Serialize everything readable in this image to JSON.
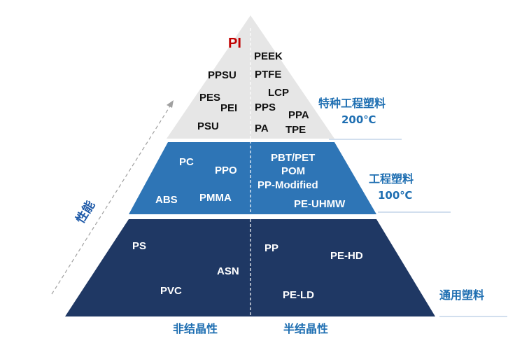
{
  "pyramid": {
    "top": {
      "materials": [
        "PI",
        "PEEK",
        "PPSU",
        "PTFE",
        "LCP",
        "PES",
        "PEI",
        "PPS",
        "PPA",
        "PSU",
        "PA",
        "TPE"
      ],
      "tier_label": "特种工程塑料",
      "temperature": "200℃",
      "color": "#e6e6e6"
    },
    "middle": {
      "materials": [
        "PC",
        "PPO",
        "ABS",
        "PMMA",
        "PBT/PET",
        "POM",
        "PP-Modified",
        "PE-UHMW"
      ],
      "tier_label": "工程塑料",
      "temperature": "100℃",
      "color": "#2e75b6"
    },
    "bottom": {
      "materials": [
        "PS",
        "ASN",
        "PVC",
        "PP",
        "PE-HD",
        "PE-LD"
      ],
      "tier_label": "通用塑料",
      "color": "#1f3864"
    }
  },
  "axis": {
    "label": "性能"
  },
  "columns": {
    "left": "非结晶性",
    "right": "半结晶性"
  },
  "accent_colors": {
    "tier_text": "#1f6fb2",
    "pi_text": "#c00000"
  }
}
